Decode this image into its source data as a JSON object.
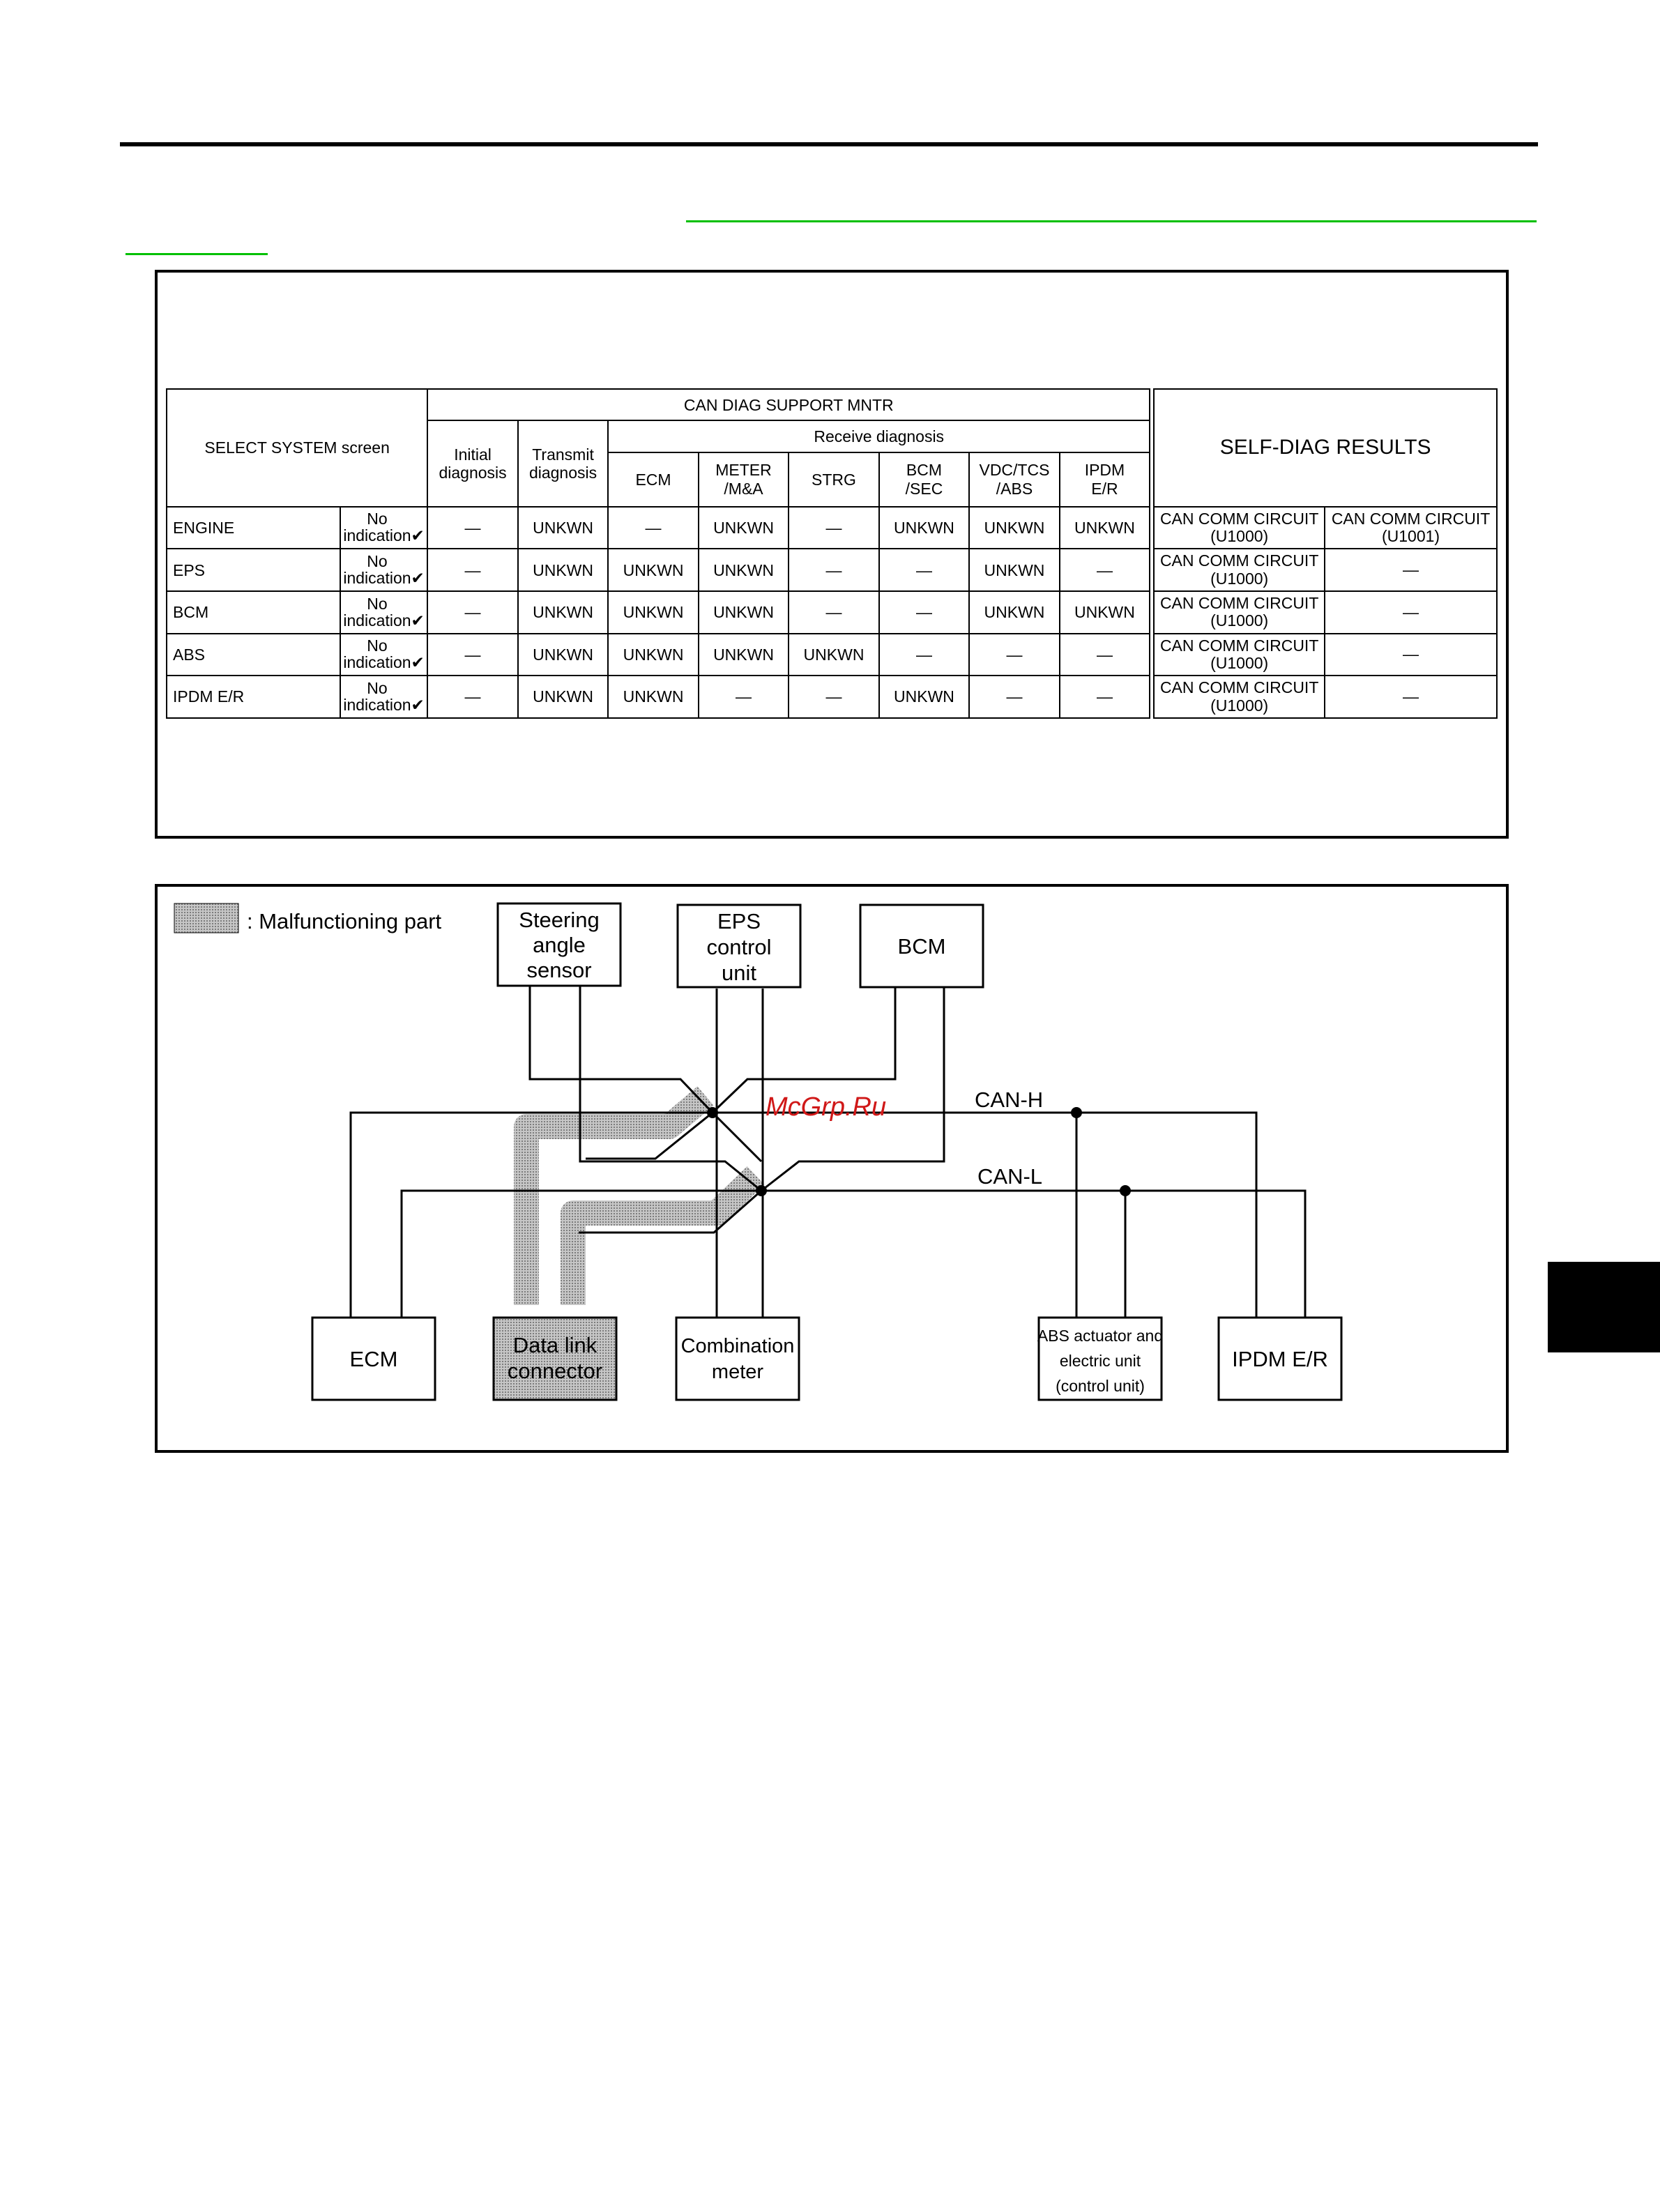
{
  "table": {
    "select_system_header": "SELECT SYSTEM screen",
    "can_diag_header": "CAN DIAG SUPPORT MNTR",
    "receive_diag_header": "Receive diagnosis",
    "self_diag_header": "SELF-DIAG RESULTS",
    "col_initial": "Initial diagnosis",
    "col_transmit": "Transmit diagnosis",
    "receive_cols": [
      "ECM",
      "METER /M&A",
      "STRG",
      "BCM /SEC",
      "VDC/TCS /ABS",
      "IPDM E/R"
    ],
    "no_indication_text": "No indication",
    "rows": [
      {
        "system": "ENGINE",
        "initial": "—",
        "transmit": "UNKWN",
        "receive": [
          "—",
          "UNKWN",
          "—",
          "UNKWN",
          "UNKWN",
          "UNKWN"
        ],
        "self_diag_1": "CAN COMM CIRCUIT (U1000)",
        "self_diag_2": "CAN COMM CIRCUIT (U1001)"
      },
      {
        "system": "EPS",
        "initial": "—",
        "transmit": "UNKWN",
        "receive": [
          "UNKWN",
          "UNKWN",
          "—",
          "—",
          "UNKWN",
          "—"
        ],
        "self_diag_1": "CAN COMM CIRCUIT (U1000)",
        "self_diag_2": "—"
      },
      {
        "system": "BCM",
        "initial": "—",
        "transmit": "UNKWN",
        "receive": [
          "UNKWN",
          "UNKWN",
          "—",
          "—",
          "UNKWN",
          "UNKWN"
        ],
        "self_diag_1": "CAN COMM CIRCUIT (U1000)",
        "self_diag_2": "—"
      },
      {
        "system": "ABS",
        "initial": "—",
        "transmit": "UNKWN",
        "receive": [
          "UNKWN",
          "UNKWN",
          "UNKWN",
          "—",
          "—",
          "—"
        ],
        "self_diag_1": "CAN COMM CIRCUIT (U1000)",
        "self_diag_2": "—"
      },
      {
        "system": "IPDM E/R",
        "initial": "—",
        "transmit": "UNKWN",
        "receive": [
          "UNKWN",
          "—",
          "—",
          "UNKWN",
          "—",
          "—"
        ],
        "self_diag_1": "CAN COMM CIRCUIT (U1000)",
        "self_diag_2": "—"
      }
    ]
  },
  "diagram": {
    "legend_label": ": Malfunctioning part",
    "can_h_label": "CAN-H",
    "can_l_label": "CAN-L",
    "watermark": "McGrp.Ru",
    "units": {
      "steering": [
        "Steering",
        "angle",
        "sensor"
      ],
      "eps": [
        "EPS",
        "control",
        "unit"
      ],
      "bcm": [
        "BCM"
      ],
      "ecm": [
        "ECM"
      ],
      "dlc": [
        "Data link",
        "connector"
      ],
      "meter": [
        "Combination",
        "meter"
      ],
      "abs": [
        "ABS actuator and",
        "electric unit",
        "(control unit)"
      ],
      "ipdm": [
        "IPDM E/R"
      ]
    }
  },
  "colors": {
    "ink": "#000000",
    "rule_green": "#00c000",
    "malfunction_fill": "#b4b4b4",
    "watermark_red": "#d01818"
  }
}
